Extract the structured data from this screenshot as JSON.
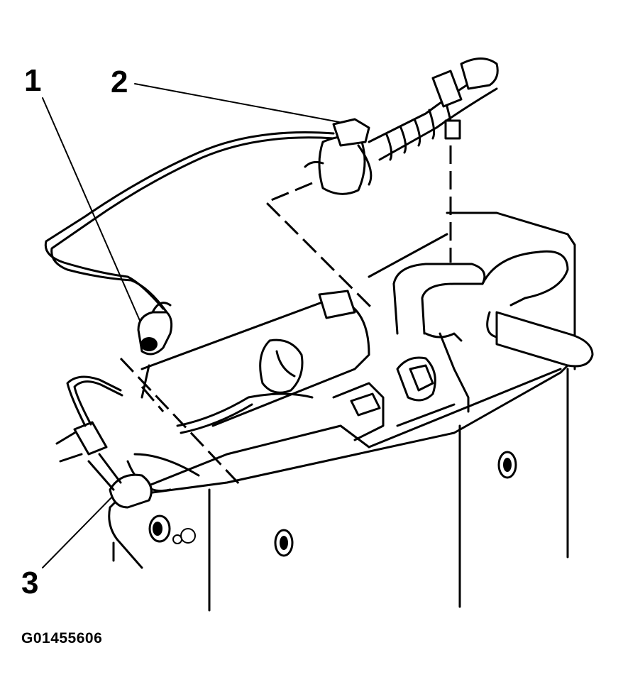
{
  "callouts": {
    "one": "1",
    "two": "2",
    "three": "3"
  },
  "figure_id": "G01455606",
  "colors": {
    "ink": "#000000",
    "paper": "#ffffff"
  }
}
